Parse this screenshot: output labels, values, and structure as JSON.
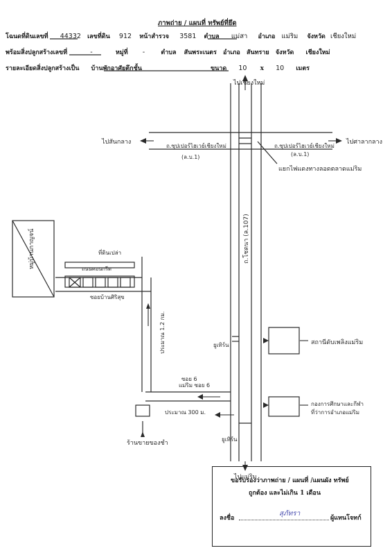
{
  "header": {
    "title": "ภาพถ่าย / แผนที่ ทรัพย์ที่ยึด",
    "row1": {
      "deed_label": "โฉนดที่ดินเลขที่",
      "deed_no": "44332",
      "land_no_label": "เลขที่ดิน",
      "land_no": "912",
      "survey_label": "หน้าสำรวจ",
      "survey_no": "3581",
      "tambon_label": "ตำบล",
      "tambon": "แม่สา",
      "amphoe_label": "อำเภอ",
      "amphoe": "แม่ริม",
      "province_label": "จังหวัด",
      "province": "เชียงใหม่"
    },
    "row2": {
      "building_label": "พร้อมสิ่งปลูกสร้างเลขที่",
      "building_no": "-",
      "moo_label": "หมู่ที่",
      "moo": "-",
      "tambon_label": "ตำบล",
      "tambon": "สันพระเนตร",
      "amphoe_label": "อำเภอ",
      "amphoe": "สันทราย",
      "province_label": "จังหวัด",
      "province": "เชียงใหม่"
    },
    "row3": {
      "detail_label": "รายละเอียดสิ่งปลูกสร้างเป็น",
      "detail": "บ้านพักอาศัยตึกชั้น",
      "size_label": "ขนาด",
      "width": "10",
      "x": "x",
      "length": "10",
      "unit": "เมตร"
    }
  },
  "map": {
    "to_north": "ไปเชียงใหม่",
    "to_west": "ไปสันกลาง",
    "to_east": "ไปศาลากลาง",
    "road_cm_left": "ถ.ซุปเปอร์ไฮเวย์เชียงใหม่",
    "road_cm_right": "ถ.ซุปเปอร์ไฮเวย์เชียงใหม่",
    "road_code_left": "(ล.บ.1)",
    "road_code_right": "(ล.บ.1)",
    "intersection_label": "แยกไฟแดงทางลอดตลาดแม่ริม",
    "highway_label": "ถ.โชตนา (ล.107)",
    "village_label": "หมู่บ้านกาญจน์",
    "lp_label": "ที่ดินเปล่า",
    "target_label": "ถนนคอนกรีต",
    "soi_label": "ซอยบ้านศิริสุข",
    "dist1_label": "ประมาณ 1.2 กม.",
    "soi6_label": "แม่ริม ซอย 6",
    "soi6_code": "ซอย 6",
    "dist2_label": "ประมาณ 300 ม.",
    "shop_label": "ร้านขายของชำ",
    "ubs_label": "ยูเทิร์น",
    "ubs2_label": "ยูเทิร์น",
    "school_label": "สถานีดับเพลิงแม่ริม",
    "office_label": "กองการศึกษาและกีฬา",
    "office_label2": "ที่ว่าการอำเภอแม่ริม",
    "to_south": "ไปแม่ริม"
  },
  "certificate": {
    "line1": "ขอรับรองว่าภาพถ่าย / แผนที่ /แผนผัง ทรัพย์",
    "line2": "ถูกต้อง และไม่เกิน 1 เดือน",
    "sign_label": "ลงชื่อ",
    "signature": "สุภัทรา",
    "role": "ผู้แทนโจทก์"
  }
}
